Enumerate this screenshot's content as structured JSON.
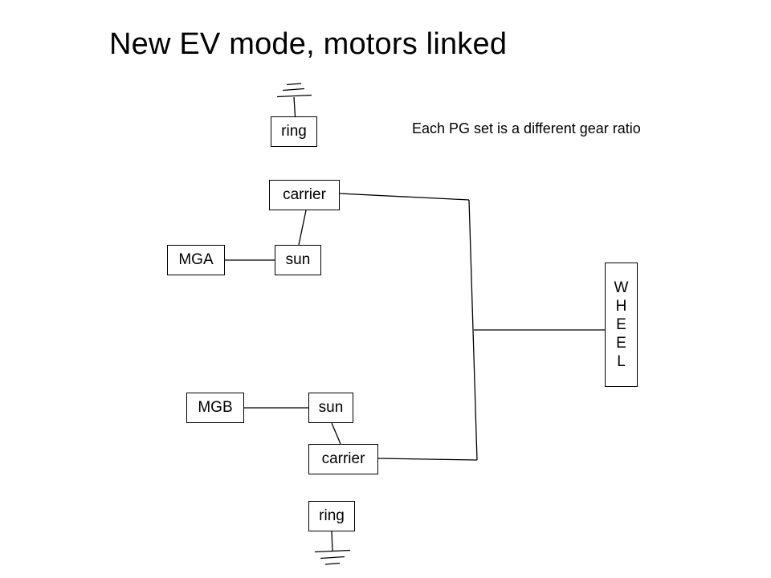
{
  "slide": {
    "title": "New EV mode, motors linked",
    "note": "Each PG set is a different gear ratio",
    "background_color": "#ffffff",
    "line_color": "#000000",
    "text_color": "#000000"
  },
  "nodes": {
    "ring_top": {
      "label": "ring"
    },
    "carrier_top": {
      "label": "carrier"
    },
    "sun_top": {
      "label": "sun"
    },
    "mga": {
      "label": "MGA"
    },
    "wheel": {
      "label": "WHEEL",
      "letters": [
        "W",
        "H",
        "E",
        "E",
        "L"
      ]
    },
    "mgb": {
      "label": "MGB"
    },
    "sun_bottom": {
      "label": "sun"
    },
    "carrier_bottom": {
      "label": "carrier"
    },
    "ring_bottom": {
      "label": "ring"
    }
  },
  "symbols": {
    "ground_top": {
      "name": "ground-symbol"
    },
    "ground_bottom": {
      "name": "ground-symbol"
    }
  },
  "connections": [
    {
      "from": "ring_top",
      "to": "ground_top"
    },
    {
      "from": "carrier_top",
      "to": "sun_top"
    },
    {
      "from": "mga",
      "to": "sun_top"
    },
    {
      "from": "carrier_top",
      "to": "bus"
    },
    {
      "from": "bus",
      "to": "wheel"
    },
    {
      "from": "mgb",
      "to": "sun_bottom"
    },
    {
      "from": "sun_bottom",
      "to": "carrier_bottom"
    },
    {
      "from": "carrier_bottom",
      "to": "bus"
    },
    {
      "from": "ring_bottom",
      "to": "ground_bottom"
    }
  ]
}
